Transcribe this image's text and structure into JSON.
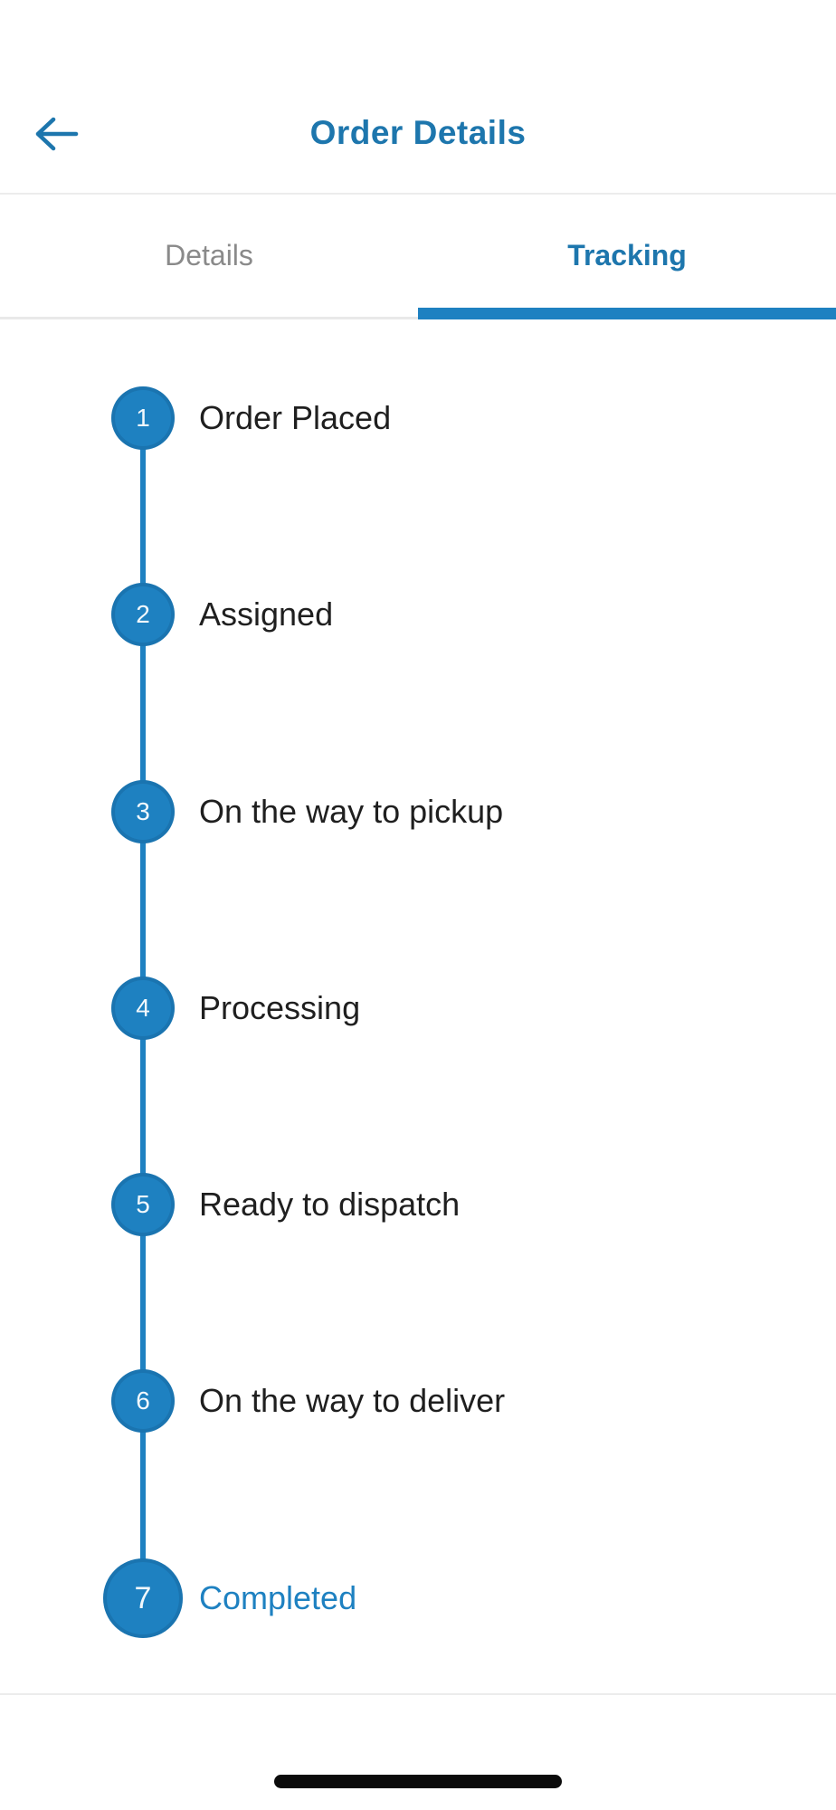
{
  "header": {
    "title": "Order Details"
  },
  "tabs": {
    "items": [
      {
        "label": "Details",
        "active": false
      },
      {
        "label": "Tracking",
        "active": true
      }
    ]
  },
  "timeline": {
    "steps": [
      {
        "number": "1",
        "label": "Order Placed",
        "highlight": false
      },
      {
        "number": "2",
        "label": "Assigned",
        "highlight": false
      },
      {
        "number": "3",
        "label": "On the way to pickup",
        "highlight": false
      },
      {
        "number": "4",
        "label": "Processing",
        "highlight": false
      },
      {
        "number": "5",
        "label": "Ready to dispatch",
        "highlight": false
      },
      {
        "number": "6",
        "label": "On the way to deliver",
        "highlight": false
      },
      {
        "number": "7",
        "label": "Completed",
        "highlight": true
      }
    ]
  },
  "colors": {
    "accent_blue": "#1e81c1",
    "title_blue": "#1d76ad",
    "inactive_tab_gray": "#8a8a8a",
    "label_dark": "#1f1f1f",
    "home_indicator_black": "#0b0b0b"
  },
  "home_indicator": {
    "visible": true
  }
}
